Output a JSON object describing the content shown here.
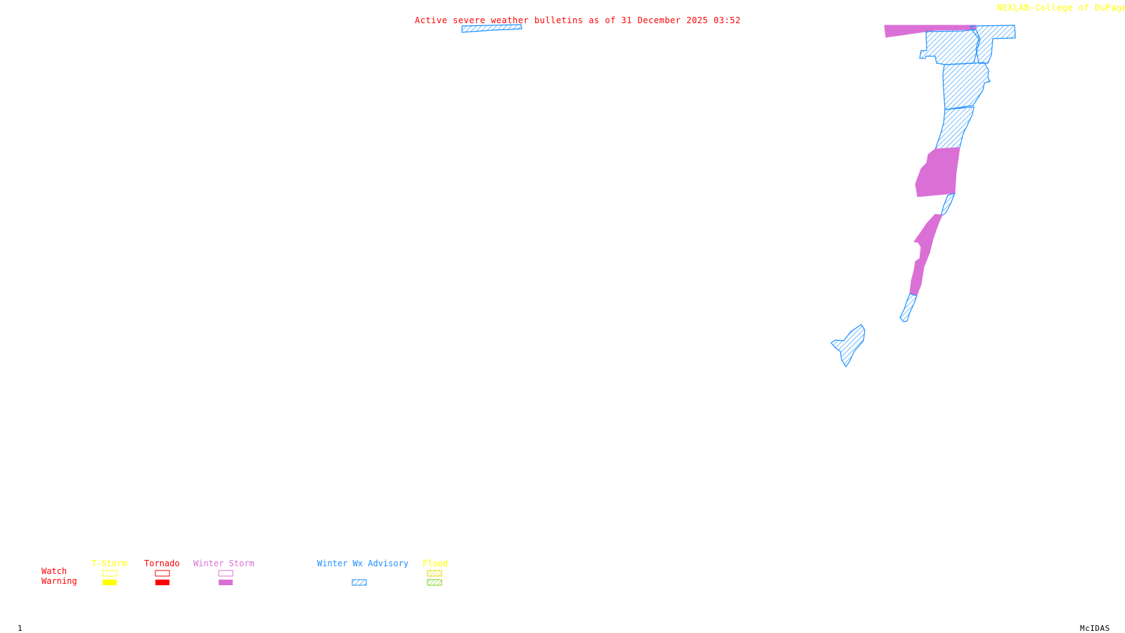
{
  "header": {
    "title": "Active severe weather bulletins as of 31 December 2025 03:52",
    "credit": "NEXLAB-College of DuPage R"
  },
  "footer": {
    "frame_number": "1",
    "brand": "McIDAS"
  },
  "colors": {
    "winter_storm_warning": "#da70d6",
    "winter_wx_advisory": "#1e90ff",
    "tstorm": "#ffff00",
    "tornado": "#ff0000",
    "flood_watch": "#ffff00",
    "flood_warning": "#7fd020",
    "title": "#ff0000",
    "credit": "#ffff00"
  },
  "legend": {
    "row_labels": {
      "watch": "Watch",
      "warning": "Warning"
    },
    "categories": [
      {
        "id": "tstorm",
        "label": "T-Storm",
        "color": "#ffff00",
        "watch_style": "outline",
        "warning_style": "solid"
      },
      {
        "id": "tornado",
        "label": "Tornado",
        "color": "#ff0000",
        "watch_style": "outline",
        "warning_style": "solid"
      },
      {
        "id": "winter-storm",
        "label": "Winter Storm",
        "color": "#da70d6",
        "watch_style": "outline",
        "warning_style": "solid"
      },
      {
        "id": "winter-wx-advisory",
        "label": "Winter Wx Advisory",
        "color": "#1e90ff",
        "watch_style": "none",
        "warning_style": "hatched"
      },
      {
        "id": "flood",
        "label": "Flood",
        "color": "#ffff00",
        "warning_color": "#7fd020",
        "watch_style": "hatched",
        "warning_style": "hatched"
      }
    ]
  },
  "regions": [
    {
      "name": "advisory-strip-top",
      "type": "winter_wx_advisory"
    },
    {
      "name": "warning-top-band",
      "type": "winter_storm_warning"
    },
    {
      "name": "advisory-north-cluster",
      "type": "winter_wx_advisory"
    },
    {
      "name": "advisory-northeast",
      "type": "winter_wx_advisory"
    },
    {
      "name": "advisory-central",
      "type": "winter_wx_advisory"
    },
    {
      "name": "advisory-south-central",
      "type": "winter_wx_advisory"
    },
    {
      "name": "warning-middle-block",
      "type": "winter_storm_warning"
    },
    {
      "name": "advisory-link",
      "type": "winter_wx_advisory"
    },
    {
      "name": "warning-coastal-strip",
      "type": "winter_storm_warning"
    },
    {
      "name": "advisory-south-tip",
      "type": "winter_wx_advisory"
    },
    {
      "name": "advisory-island",
      "type": "winter_wx_advisory"
    }
  ]
}
